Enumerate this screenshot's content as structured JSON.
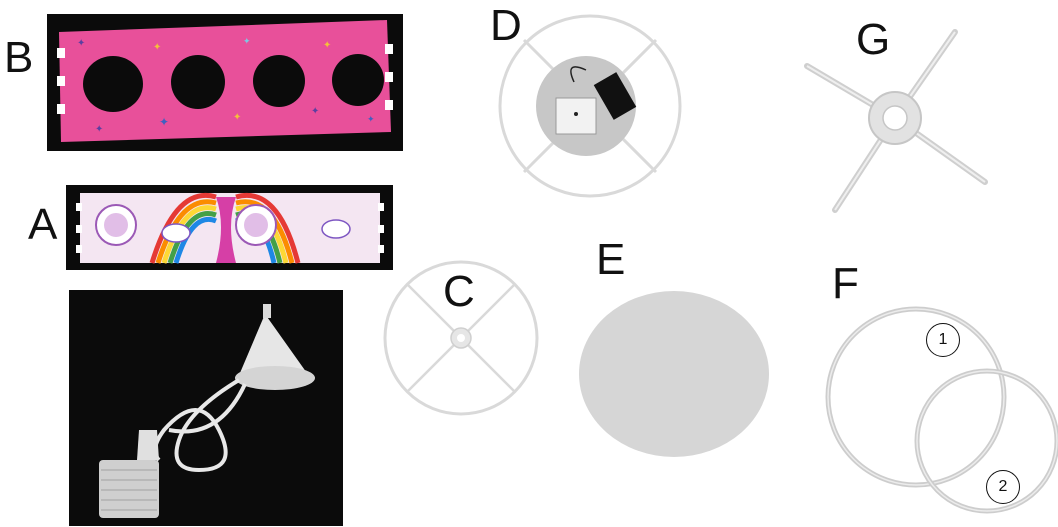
{
  "labels": {
    "a": "A",
    "b": "B",
    "c": "C",
    "d": "D",
    "e": "E",
    "f": "F",
    "g": "G"
  },
  "ring_numbers": {
    "one": "1",
    "two": "2"
  },
  "colors": {
    "panel_b": "#e8509a",
    "panel_a_bg": "#f4e6f2",
    "dark": "#0b0b0b",
    "frame": "#d9d9d9",
    "disc": "#d6d6d6"
  }
}
